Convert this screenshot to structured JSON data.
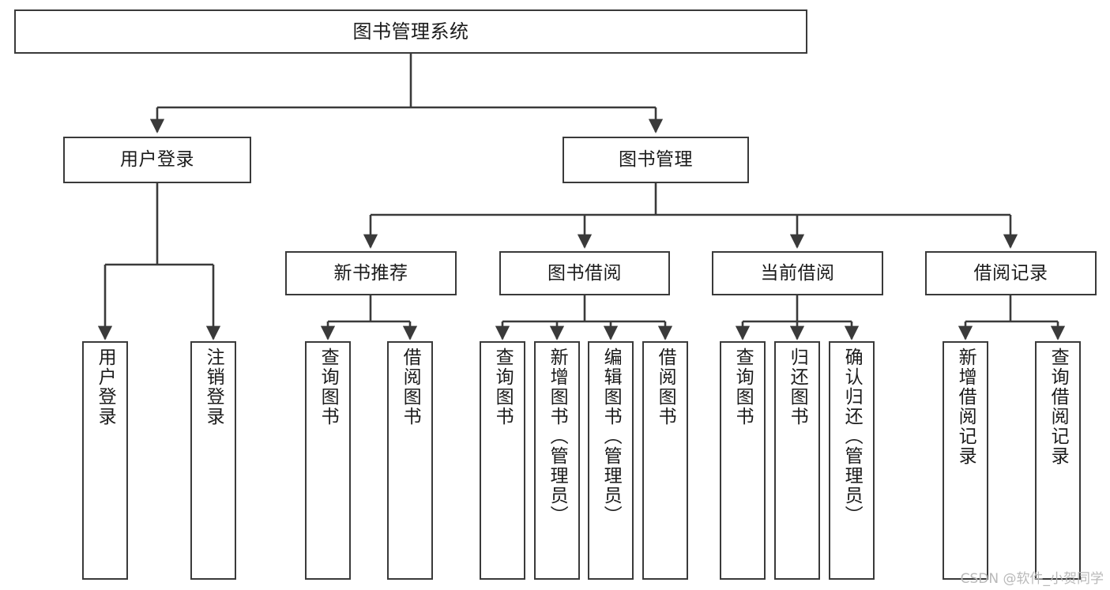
{
  "diagram": {
    "title": "图书管理系统",
    "type": "tree-hierarchy-diagram",
    "watermark": "CSDN @软件_小贺同学",
    "colors": {
      "box_border": "#3a3a3a",
      "box_fill": "#ffffff",
      "line": "#3a3a3a",
      "text": "#1b1b1b",
      "watermark": "#b9b9b9",
      "background": "#ffffff"
    }
  },
  "nodes": {
    "root": {
      "label": "图书管理系统"
    },
    "level2": [
      {
        "id": "user-login",
        "label": "用户登录"
      },
      {
        "id": "book-manage",
        "label": "图书管理"
      }
    ],
    "level3": [
      {
        "id": "new-book-recommend",
        "label": "新书推荐"
      },
      {
        "id": "book-borrow",
        "label": "图书借阅"
      },
      {
        "id": "current-borrow",
        "label": "当前借阅"
      },
      {
        "id": "borrow-record",
        "label": "借阅记录"
      }
    ],
    "leaves": {
      "user_login": [
        {
          "id": "leaf-user-login",
          "label": "用户登录"
        },
        {
          "id": "leaf-logout-login",
          "label": "注销登录"
        }
      ],
      "new_book_recommend": [
        {
          "id": "leaf-query-book-1",
          "label": "查询图书"
        },
        {
          "id": "leaf-borrow-book-1",
          "label": "借阅图书"
        }
      ],
      "book_borrow": [
        {
          "id": "leaf-query-book-2",
          "label": "查询图书"
        },
        {
          "id": "leaf-add-book",
          "label": "新增图书（管理员）"
        },
        {
          "id": "leaf-edit-book",
          "label": "编辑图书（管理员）"
        },
        {
          "id": "leaf-borrow-book-2",
          "label": "借阅图书"
        }
      ],
      "current_borrow": [
        {
          "id": "leaf-query-book-3",
          "label": "查询图书"
        },
        {
          "id": "leaf-return-book",
          "label": "归还图书"
        },
        {
          "id": "leaf-confirm-return",
          "label": "确认归还（管理员）"
        }
      ],
      "borrow_record": [
        {
          "id": "leaf-add-record",
          "label": "新增借阅记录"
        },
        {
          "id": "leaf-query-record",
          "label": "查询借阅记录"
        }
      ]
    }
  }
}
